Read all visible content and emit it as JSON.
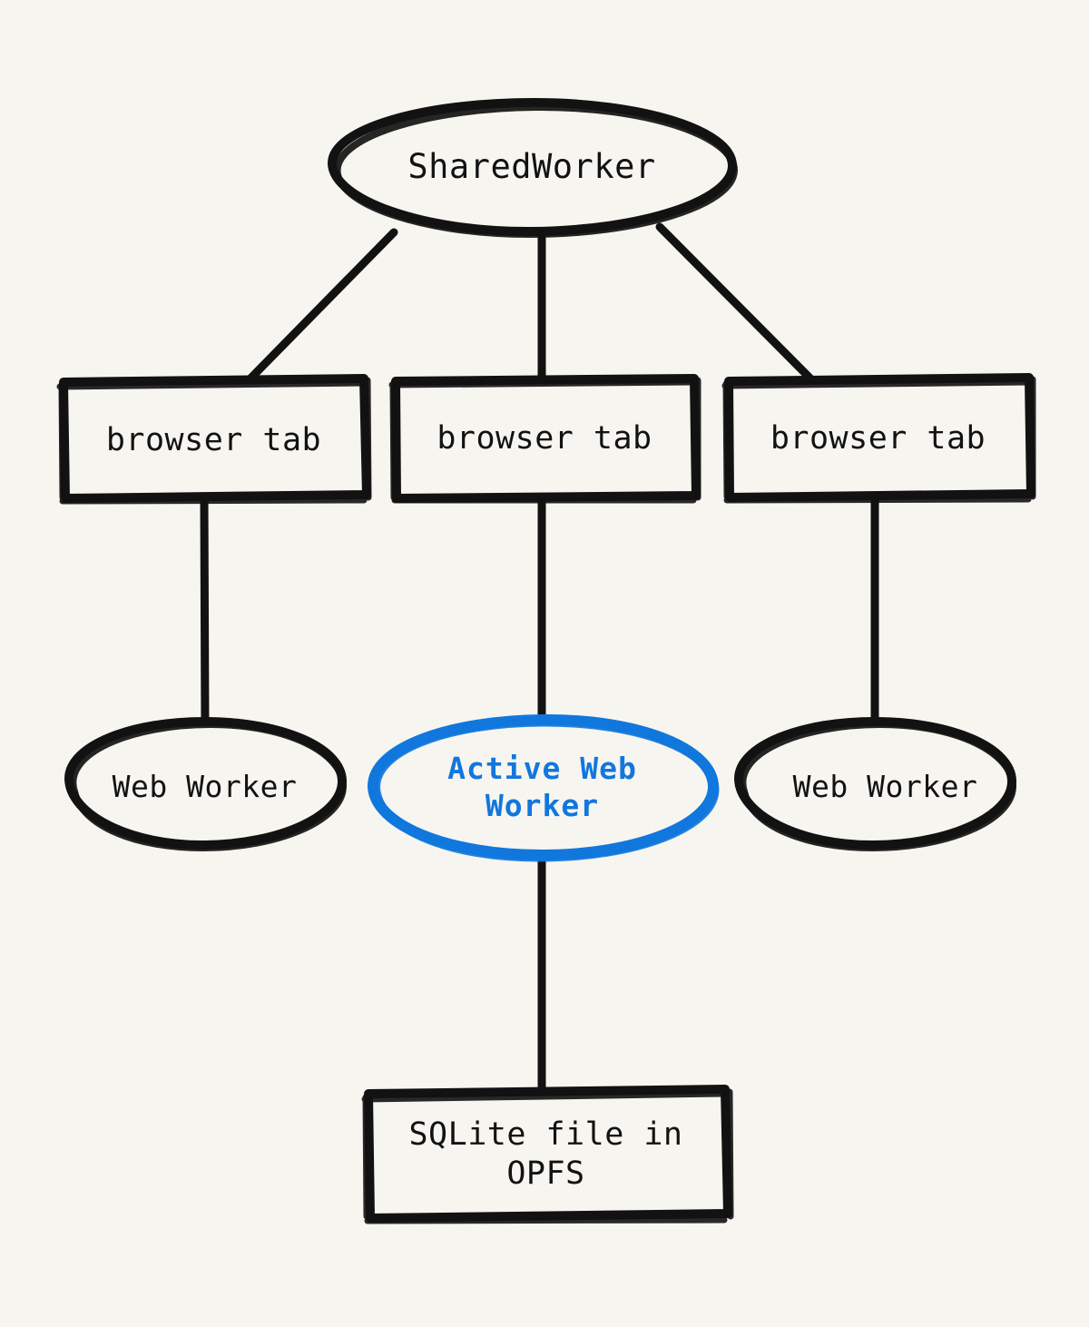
{
  "diagram": {
    "title": "SharedWorker / browser tab / Web Worker / OPFS architecture",
    "background_color": "#f7f5f0",
    "stroke_color": "#121212",
    "accent_color": "#1177dd",
    "style": "hand-drawn"
  },
  "nodes": {
    "shared_worker": {
      "id": "shared-worker",
      "label": "SharedWorker",
      "shape": "ellipse",
      "color": "#121212"
    },
    "browser_tab_left": {
      "id": "browser-tab-left",
      "label": "browser tab",
      "shape": "rectangle",
      "color": "#121212"
    },
    "browser_tab_center": {
      "id": "browser-tab-center",
      "label": "browser tab",
      "shape": "rectangle",
      "color": "#121212"
    },
    "browser_tab_right": {
      "id": "browser-tab-right",
      "label": "browser tab",
      "shape": "rectangle",
      "color": "#121212"
    },
    "web_worker_left": {
      "id": "web-worker-left",
      "label": "Web Worker",
      "shape": "ellipse",
      "color": "#121212"
    },
    "active_web_worker": {
      "id": "active-web-worker",
      "label": "Active Web\nWorker",
      "shape": "ellipse",
      "color": "#1177dd",
      "highlighted": true
    },
    "web_worker_right": {
      "id": "web-worker-right",
      "label": "Web Worker",
      "shape": "ellipse",
      "color": "#121212"
    },
    "sqlite_file": {
      "id": "sqlite-file",
      "label": "SQLite file in\nOPFS",
      "shape": "rectangle",
      "color": "#121212"
    }
  },
  "edges": [
    {
      "from": "shared-worker",
      "to": "browser-tab-left",
      "style": "solid"
    },
    {
      "from": "shared-worker",
      "to": "browser-tab-center",
      "style": "solid"
    },
    {
      "from": "shared-worker",
      "to": "browser-tab-right",
      "style": "solid"
    },
    {
      "from": "browser-tab-left",
      "to": "web-worker-left",
      "style": "solid"
    },
    {
      "from": "browser-tab-center",
      "to": "active-web-worker",
      "style": "solid"
    },
    {
      "from": "browser-tab-right",
      "to": "web-worker-right",
      "style": "solid"
    },
    {
      "from": "active-web-worker",
      "to": "sqlite-file",
      "style": "solid"
    }
  ]
}
